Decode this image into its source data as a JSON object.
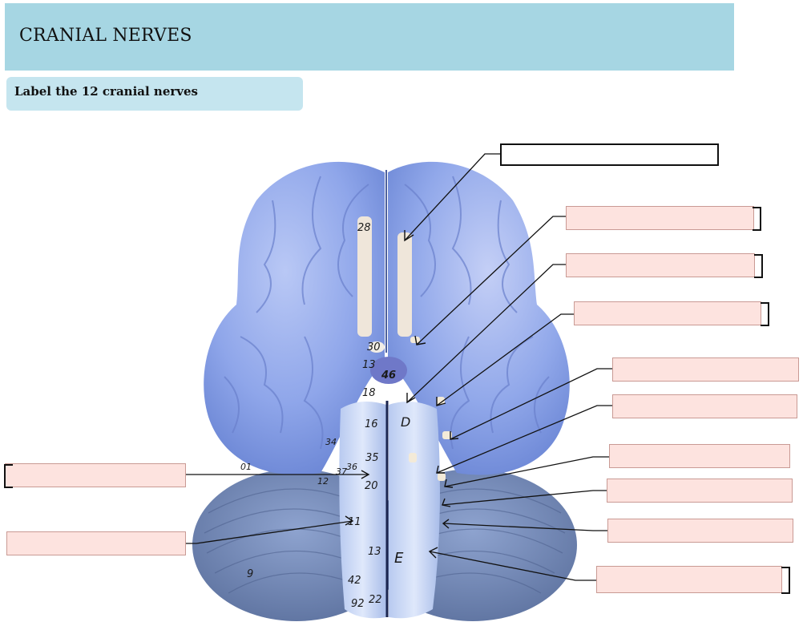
{
  "header": {
    "title": "CRANIAL NERVES"
  },
  "instruction": {
    "text": "Label the 12 cranial nerves"
  },
  "colors": {
    "header_bg": "#a6d6e3",
    "instruction_bg": "#c5e5ef",
    "answer_box": "#fde3df",
    "brain": "#8fa9ea"
  },
  "model_numbers": [
    "28",
    "30",
    "13",
    "46",
    "18",
    "16",
    "D",
    "34",
    "35",
    "36",
    "37",
    "12",
    "20",
    "01",
    "11",
    "13",
    "E",
    "42",
    "22",
    "9"
  ],
  "answer_boxes": [
    {
      "id": "top",
      "value": ""
    },
    {
      "id": "r1",
      "value": ""
    },
    {
      "id": "r2",
      "value": ""
    },
    {
      "id": "r3",
      "value": ""
    },
    {
      "id": "r4",
      "value": ""
    },
    {
      "id": "r5",
      "value": ""
    },
    {
      "id": "r6",
      "value": ""
    },
    {
      "id": "r7",
      "value": ""
    },
    {
      "id": "r8",
      "value": ""
    },
    {
      "id": "r9",
      "value": ""
    },
    {
      "id": "l1",
      "value": ""
    },
    {
      "id": "l2",
      "value": ""
    }
  ]
}
